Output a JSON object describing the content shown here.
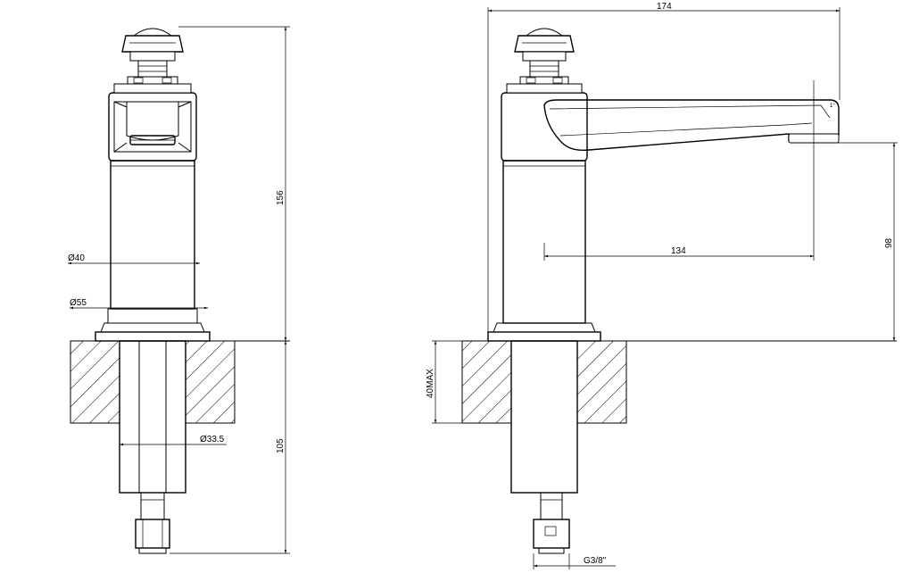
{
  "drawing": {
    "front_view": {
      "dim_diameter_body": "Ø40",
      "dim_diameter_base": "Ø55",
      "dim_diameter_shank": "Ø33.5",
      "dim_height_above_deck": "156",
      "dim_length_below_deck": "105"
    },
    "side_view": {
      "dim_overall_length": "174",
      "dim_spout_reach": "134",
      "dim_spout_height": "98",
      "dim_max_deck_thickness": "40MAX",
      "dim_thread": "G3/8\"",
      "dim_spout_angle_mark": "1°"
    }
  }
}
